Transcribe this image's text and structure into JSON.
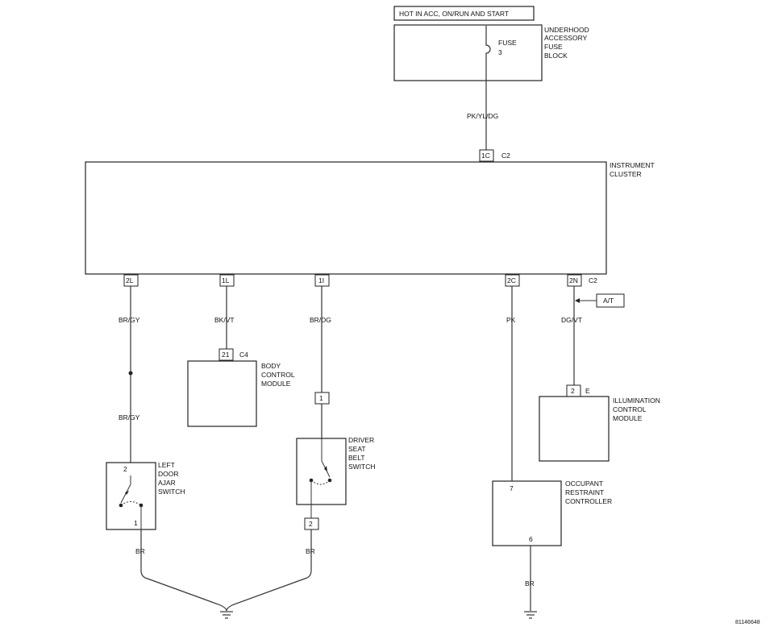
{
  "power_label": "HOT IN ACC, ON/RUN AND START",
  "fuse_block": {
    "line1": "UNDERHOOD",
    "line2": "ACCESSORY",
    "line3": "FUSE",
    "line4": "BLOCK",
    "fuse_label": "FUSE",
    "fuse_number": "3"
  },
  "feed_wire": "PK/YL/DG",
  "instrument_cluster": {
    "line1": "INSTRUMENT",
    "line2": "CLUSTER",
    "top_pin": "1C",
    "top_connector": "C2",
    "bottom_connector": "C2"
  },
  "cluster_pins": [
    "2L",
    "1L",
    "1I",
    "2C",
    "2N"
  ],
  "wires": {
    "door_upper": "BR/GY",
    "door_lower": "BR/GY",
    "bcm": "BK/VT",
    "seat": "BR/DG",
    "orc": "PK",
    "icm": "DG/VT",
    "door_ground": "BR",
    "seat_ground": "BR",
    "orc_ground": "BR"
  },
  "body_control_module": {
    "pin": "21",
    "connector": "C4",
    "line1": "BODY",
    "line2": "CONTROL",
    "line3": "MODULE"
  },
  "left_door_switch": {
    "line1": "LEFT",
    "line2": "DOOR",
    "line3": "AJAR",
    "line4": "SWITCH",
    "pin_top": "2",
    "pin_bottom": "1"
  },
  "driver_seat_switch": {
    "line1": "DRIVER",
    "line2": "SEAT",
    "line3": "BELT",
    "line4": "SWITCH",
    "pin_top": "1",
    "pin_bottom": "2"
  },
  "at_label": "A/T",
  "illumination_module": {
    "pin": "2",
    "connector": "E",
    "line1": "ILLUMINATION",
    "line2": "CONTROL",
    "line3": "MODULE"
  },
  "restraint_controller": {
    "pin_in": "7",
    "pin_out": "6",
    "line1": "OCCUPANT",
    "line2": "RESTRAINT",
    "line3": "CONTROLLER"
  },
  "figure_id": "81146648"
}
